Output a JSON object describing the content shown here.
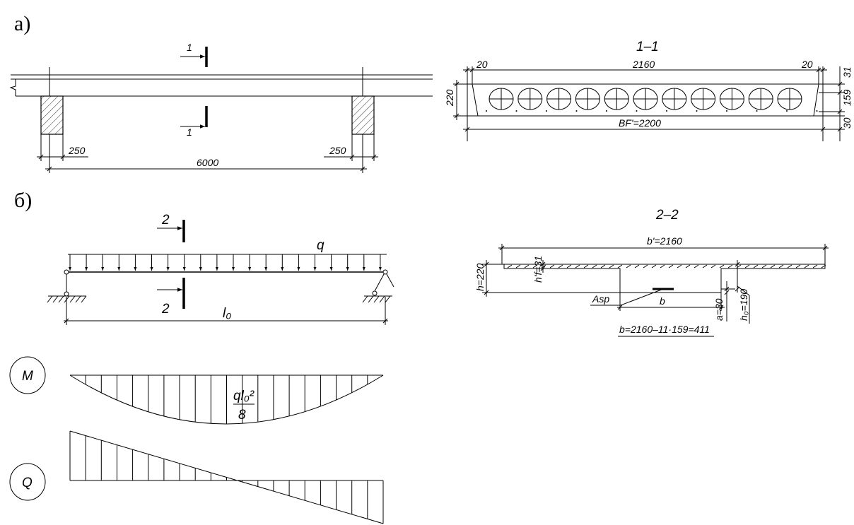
{
  "panel_a": {
    "label": "а)",
    "section_mark": "1",
    "dims": {
      "support_left": "250",
      "support_right": "250",
      "span": "6000"
    }
  },
  "section_1_1": {
    "title": "1–1",
    "dims": {
      "edge_left": "20",
      "width_top": "2160",
      "edge_right": "20",
      "height": "220",
      "width_bottom": "BF'=2200",
      "top_flange": "31",
      "middle": "159",
      "bottom": "30"
    },
    "void_count": 11
  },
  "panel_b": {
    "label": "б)",
    "section_mark": "2",
    "load_label": "q",
    "span_label": "l₀"
  },
  "section_2_2": {
    "title": "2–2",
    "dims": {
      "flange_width": "b'=2160",
      "height": "h=220",
      "flange_thickness": "h'f=31",
      "rebar": "Asp",
      "web": "b",
      "cover": "a=30",
      "effective_depth": "h₀=190",
      "web_formula": "b=2160–11·159=411"
    }
  },
  "diagrams": {
    "moment": {
      "symbol": "M",
      "value_num": "ql₀²",
      "value_den": "8"
    },
    "shear": {
      "symbol": "Q"
    }
  }
}
